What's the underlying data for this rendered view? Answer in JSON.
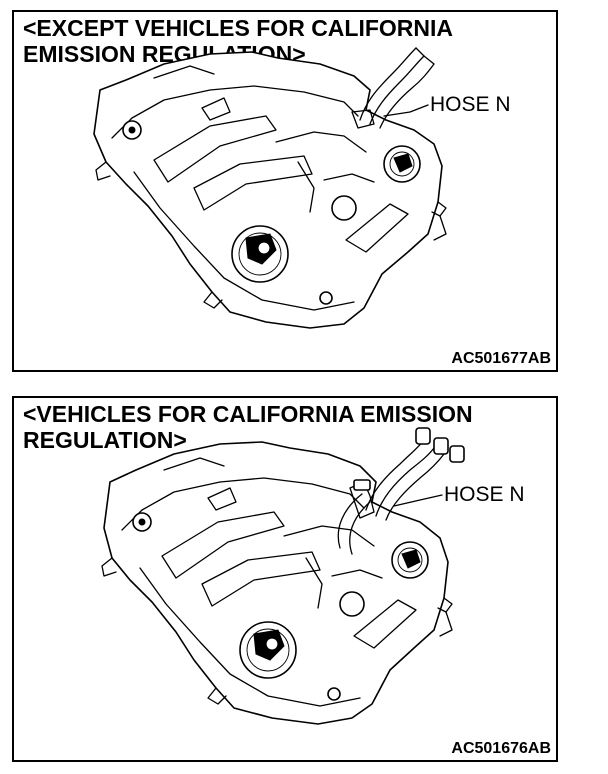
{
  "panels": [
    {
      "title": "<EXCEPT VEHICLES FOR CALIFORNIA\nEMISSION REGULATION>",
      "callout": "HOSE N",
      "code": "AC501677AB"
    },
    {
      "title": "<VEHICLES FOR CALIFORNIA EMISSION\nREGULATION>",
      "callout": "HOSE N",
      "code": "AC501676AB"
    }
  ]
}
